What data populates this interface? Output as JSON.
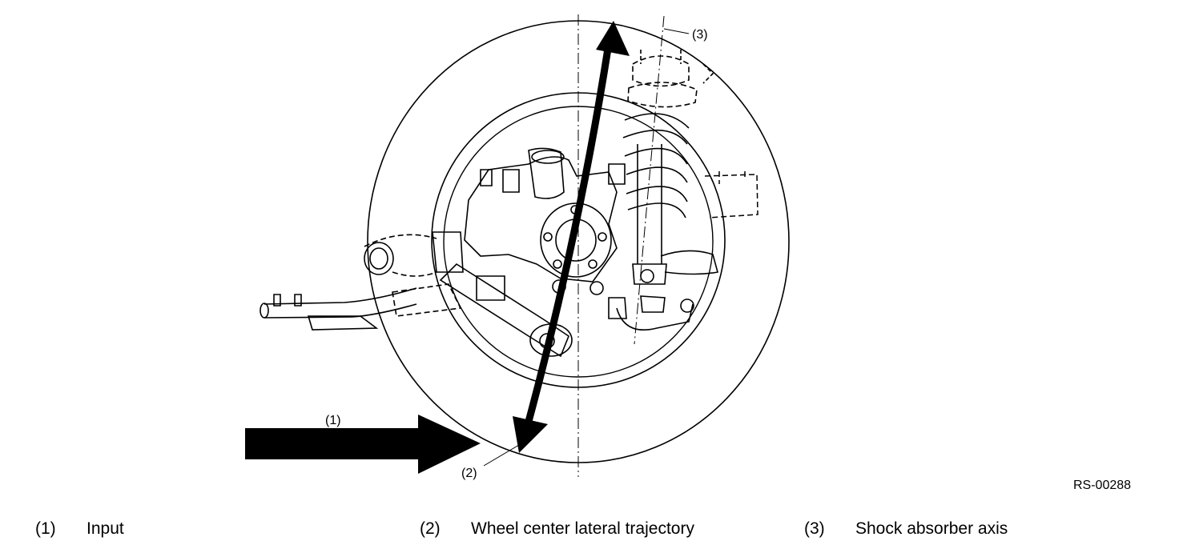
{
  "callouts": {
    "input": "(1)",
    "trajectory": "(2)",
    "shock_axis": "(3)"
  },
  "figure_id": "RS-00288",
  "legend": [
    {
      "num": "(1)",
      "text": "Input"
    },
    {
      "num": "(2)",
      "text": "Wheel center lateral trajectory"
    },
    {
      "num": "(3)",
      "text": "Shock absorber axis"
    }
  ]
}
